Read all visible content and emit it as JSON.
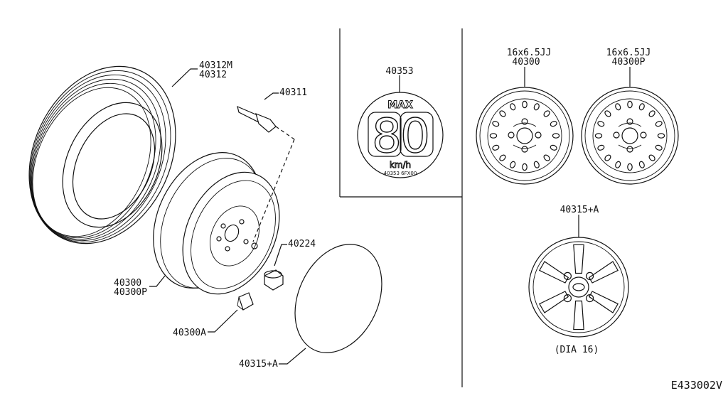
{
  "diagram_code": "E433002V",
  "labels": {
    "tire": [
      "40312M",
      "40312"
    ],
    "valve": "40311",
    "wheel": [
      "40300",
      "40300P"
    ],
    "nut": "40224",
    "balance_weight": "40300A",
    "wheel_cover_main": "40315+A",
    "speed_label": "40353",
    "wheel_a": [
      "16x6.5JJ",
      "40300"
    ],
    "wheel_b": [
      "16x6.5JJ",
      "40300P"
    ],
    "wheel_cover_detail": "40315+A",
    "cover_dia": "(DIA 16)"
  },
  "speed_sticker": {
    "top_text": "MAX",
    "number": "80",
    "unit": "km/h",
    "bottom_text": "40353 6FX00"
  },
  "colors": {
    "ink": "#111111",
    "paper": "#ffffff"
  }
}
